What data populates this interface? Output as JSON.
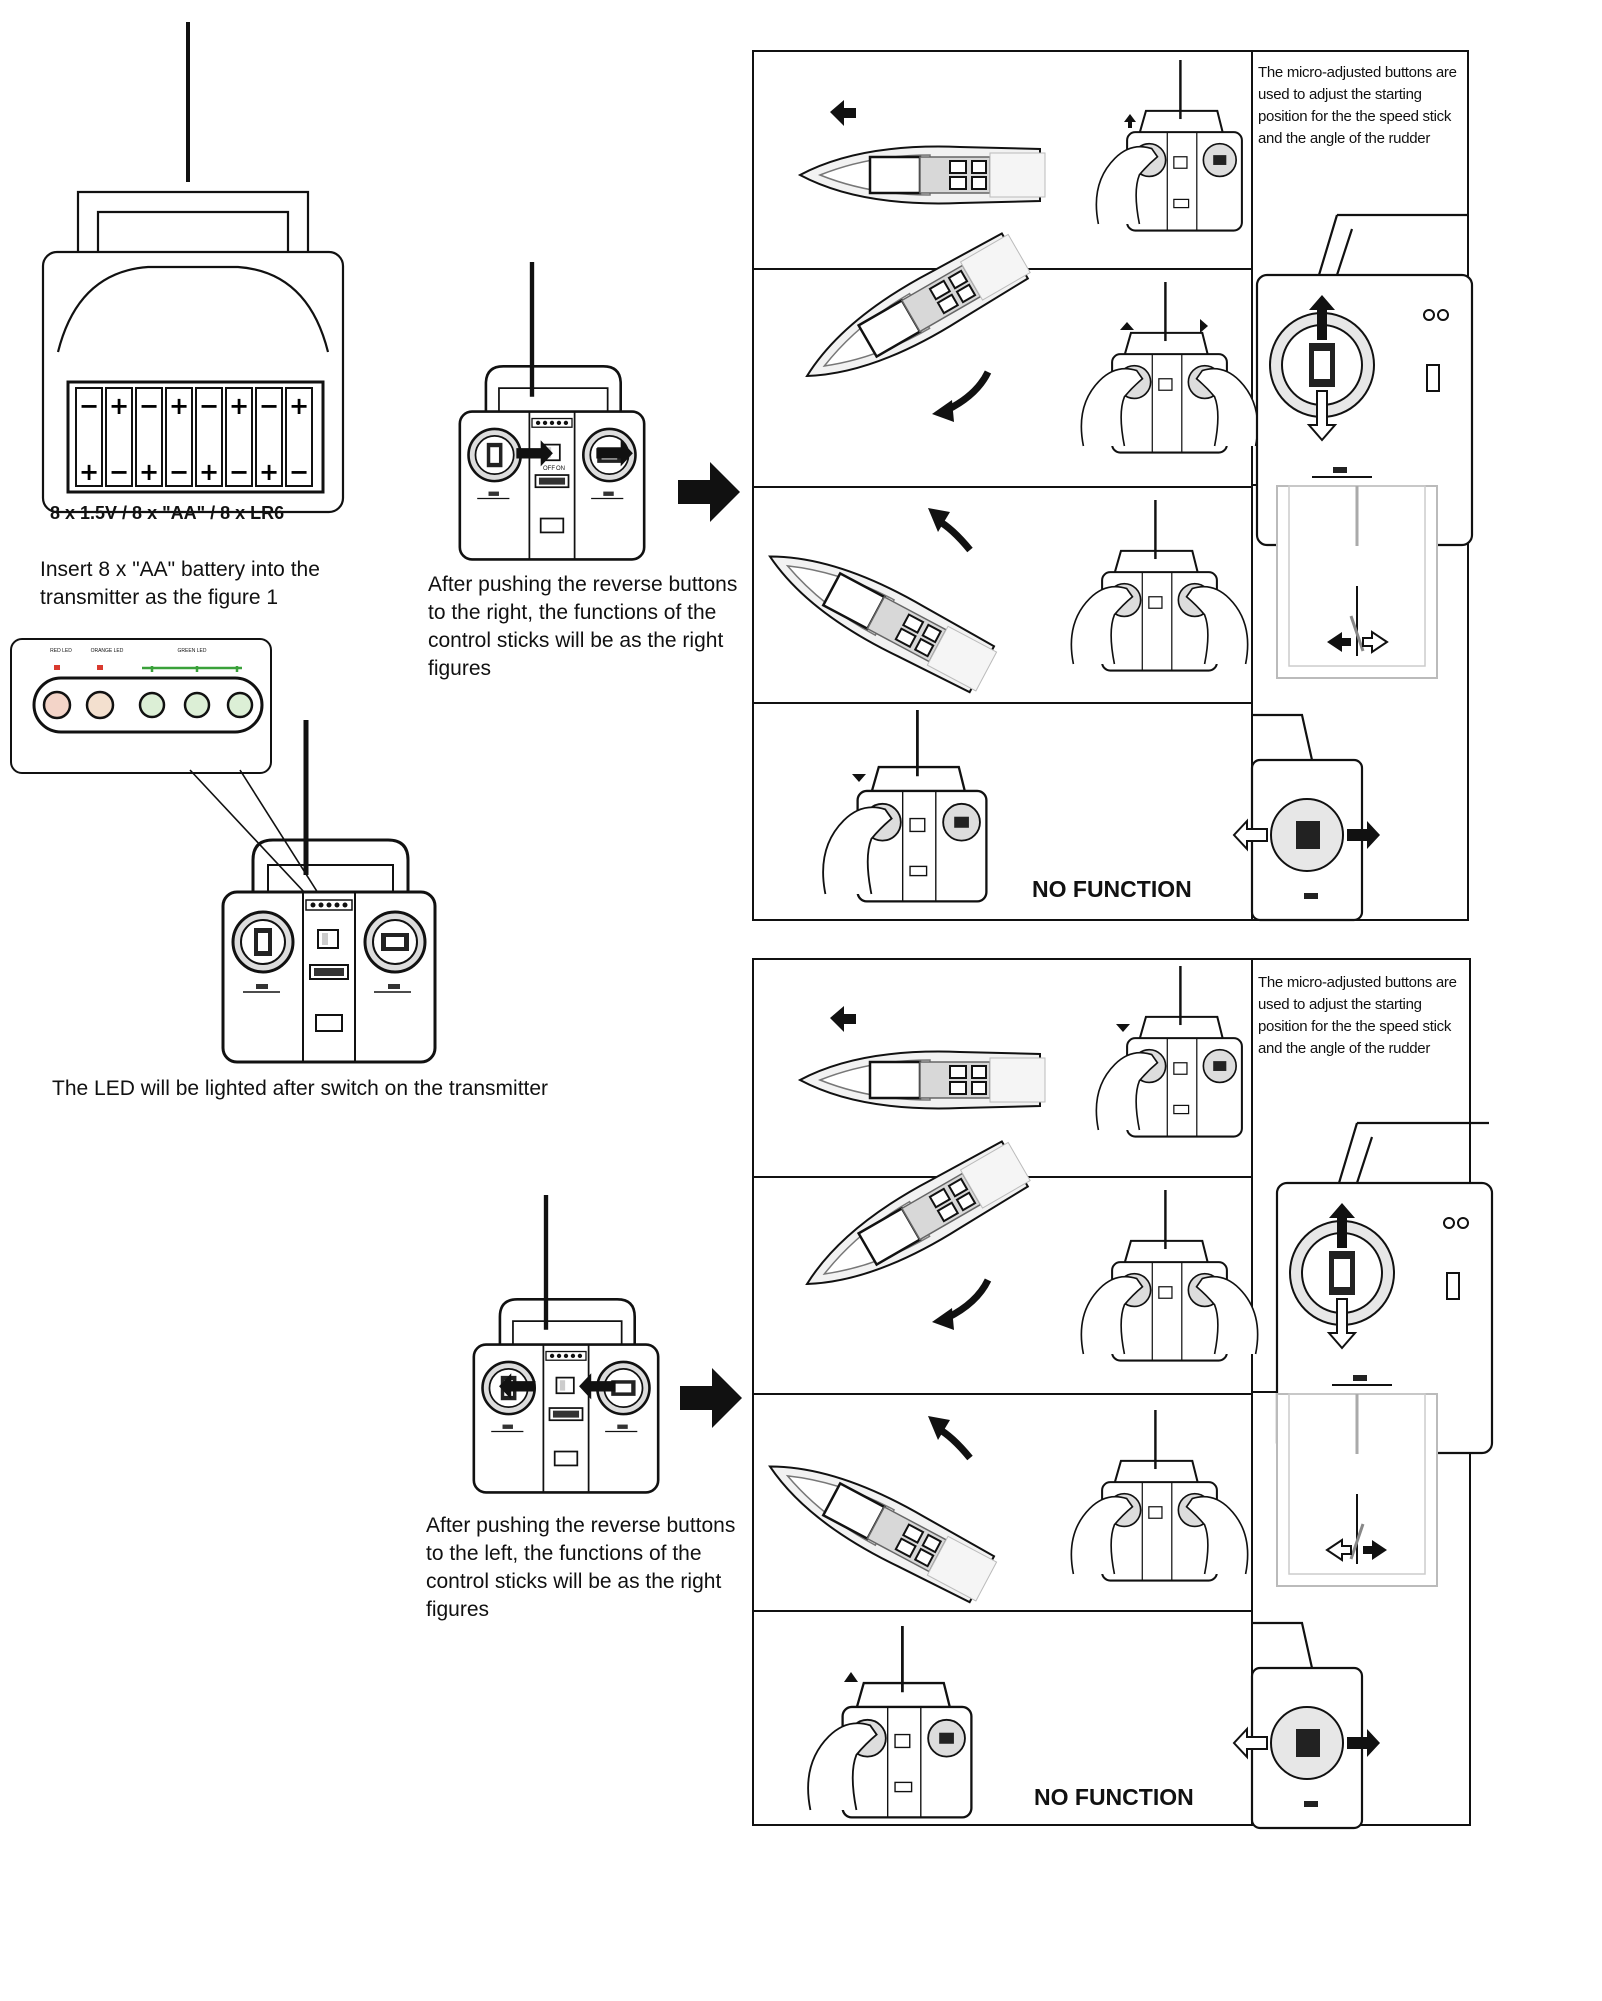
{
  "battery": {
    "spec": "8 x 1.5V / 8 x \"AA\" / 8 x LR6",
    "instruction": "Insert 8 x \"AA\" battery into the transmitter as the figure 1"
  },
  "leds": {
    "red_label": "RED LED",
    "orange_label": "ORANGE LED",
    "green_label": "GREEN LED",
    "colors": {
      "red": "#d93a2f",
      "orange": "#e3884a",
      "green": "#3aa13a"
    }
  },
  "led_caption": "The LED will be lighted after switch on the transmitter",
  "switch": {
    "off": "OFF",
    "on": "ON"
  },
  "section_right": {
    "caption": "After pushing the reverse buttons to the right, the functions of the control sticks will be as the right figures",
    "note": "The micro-adjusted buttons are used to adjust the starting position for the the speed stick and the angle of the rudder",
    "no_function": "NO FUNCTION"
  },
  "section_left": {
    "caption": "After pushing the reverse buttons to the left, the functions of the control sticks will be as the right figures",
    "note": "The micro-adjusted buttons are used to adjust the starting position for the the speed stick and the angle of the rudder",
    "no_function": "NO FUNCTION"
  }
}
